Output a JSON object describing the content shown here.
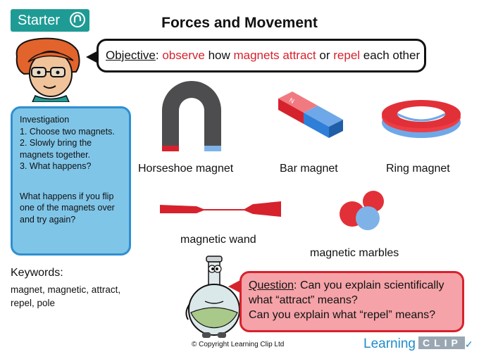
{
  "header": {
    "starter_label": "Starter",
    "title": "Forces and Movement"
  },
  "objective": {
    "label": "Objective",
    "sep": ":",
    "w1": "observe",
    "w2": "how",
    "w3": "magnets attract",
    "w4": "or",
    "w5": "repel",
    "w6": "each other"
  },
  "investigation": {
    "heading": "Investigation",
    "steps": [
      "1. Choose two magnets.",
      "2. Slowly bring the magnets together.",
      "3. What happens?"
    ],
    "followup": "What happens if you flip one of the magnets over and try again?"
  },
  "keywords": {
    "heading": "Keywords:",
    "list": "magnet, magnetic, attract, repel, pole"
  },
  "magnets": {
    "horseshoe": "Horseshoe magnet",
    "bar": "Bar magnet",
    "ring": "Ring magnet",
    "wand": "magnetic wand",
    "marbles": "magnetic marbles",
    "bar_n": "N"
  },
  "question": {
    "label": "Question",
    "line1": ": Can you explain scientifically",
    "line2": "what “attract” means?",
    "line3": "Can you explain what “repel” means?"
  },
  "footer": {
    "copyright": "© Copyright Learning Clip Ltd",
    "brand_a": "Learning",
    "brand_b": "CLIP",
    "brand_tick": "✓"
  },
  "colors": {
    "teal": "#1f9b95",
    "red": "#d6222d",
    "blue": "#2f8fd0",
    "light_blue": "#7fc5e8",
    "pink": "#f5a3a8",
    "dark_grey": "#4d4d4f"
  }
}
